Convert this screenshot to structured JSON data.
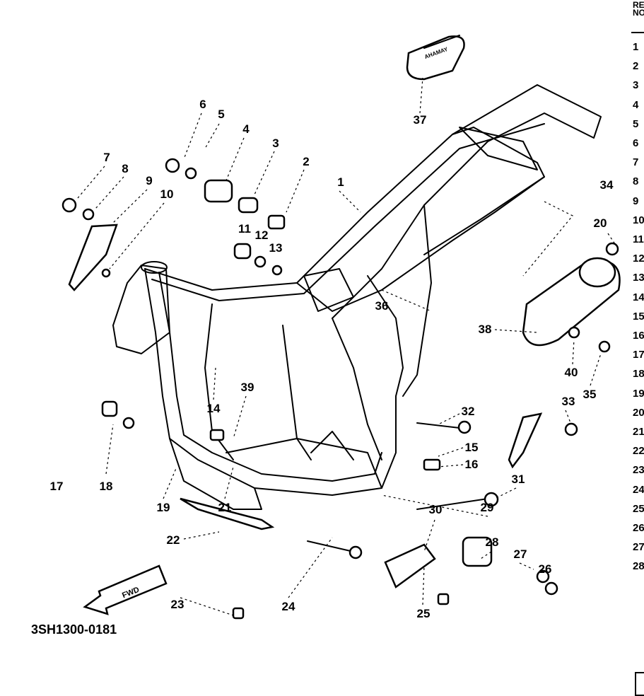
{
  "diagram": {
    "part_labels": [
      "1",
      "2",
      "3",
      "4",
      "5",
      "6",
      "7",
      "8",
      "9",
      "10",
      "11",
      "12",
      "13",
      "14",
      "15",
      "16",
      "17",
      "18",
      "19",
      "20",
      "21",
      "22",
      "23",
      "24",
      "25",
      "26",
      "27",
      "28",
      "29",
      "30",
      "31",
      "32",
      "33",
      "34",
      "35",
      "36",
      "37",
      "38",
      "39",
      "40"
    ],
    "caption": "3SH1300-0181",
    "fwd_marker": "FWD",
    "pad_logo": "YAMAHA"
  },
  "ref_column": {
    "header": "REF NO.",
    "numbers": [
      "1",
      "2",
      "3",
      "4",
      "5",
      "6",
      "7",
      "8",
      "9",
      "10",
      "11",
      "12",
      "13",
      "14",
      "15",
      "16",
      "17",
      "18",
      "19",
      "20",
      "21",
      "22",
      "23",
      "24",
      "25",
      "26",
      "27",
      "28"
    ]
  }
}
